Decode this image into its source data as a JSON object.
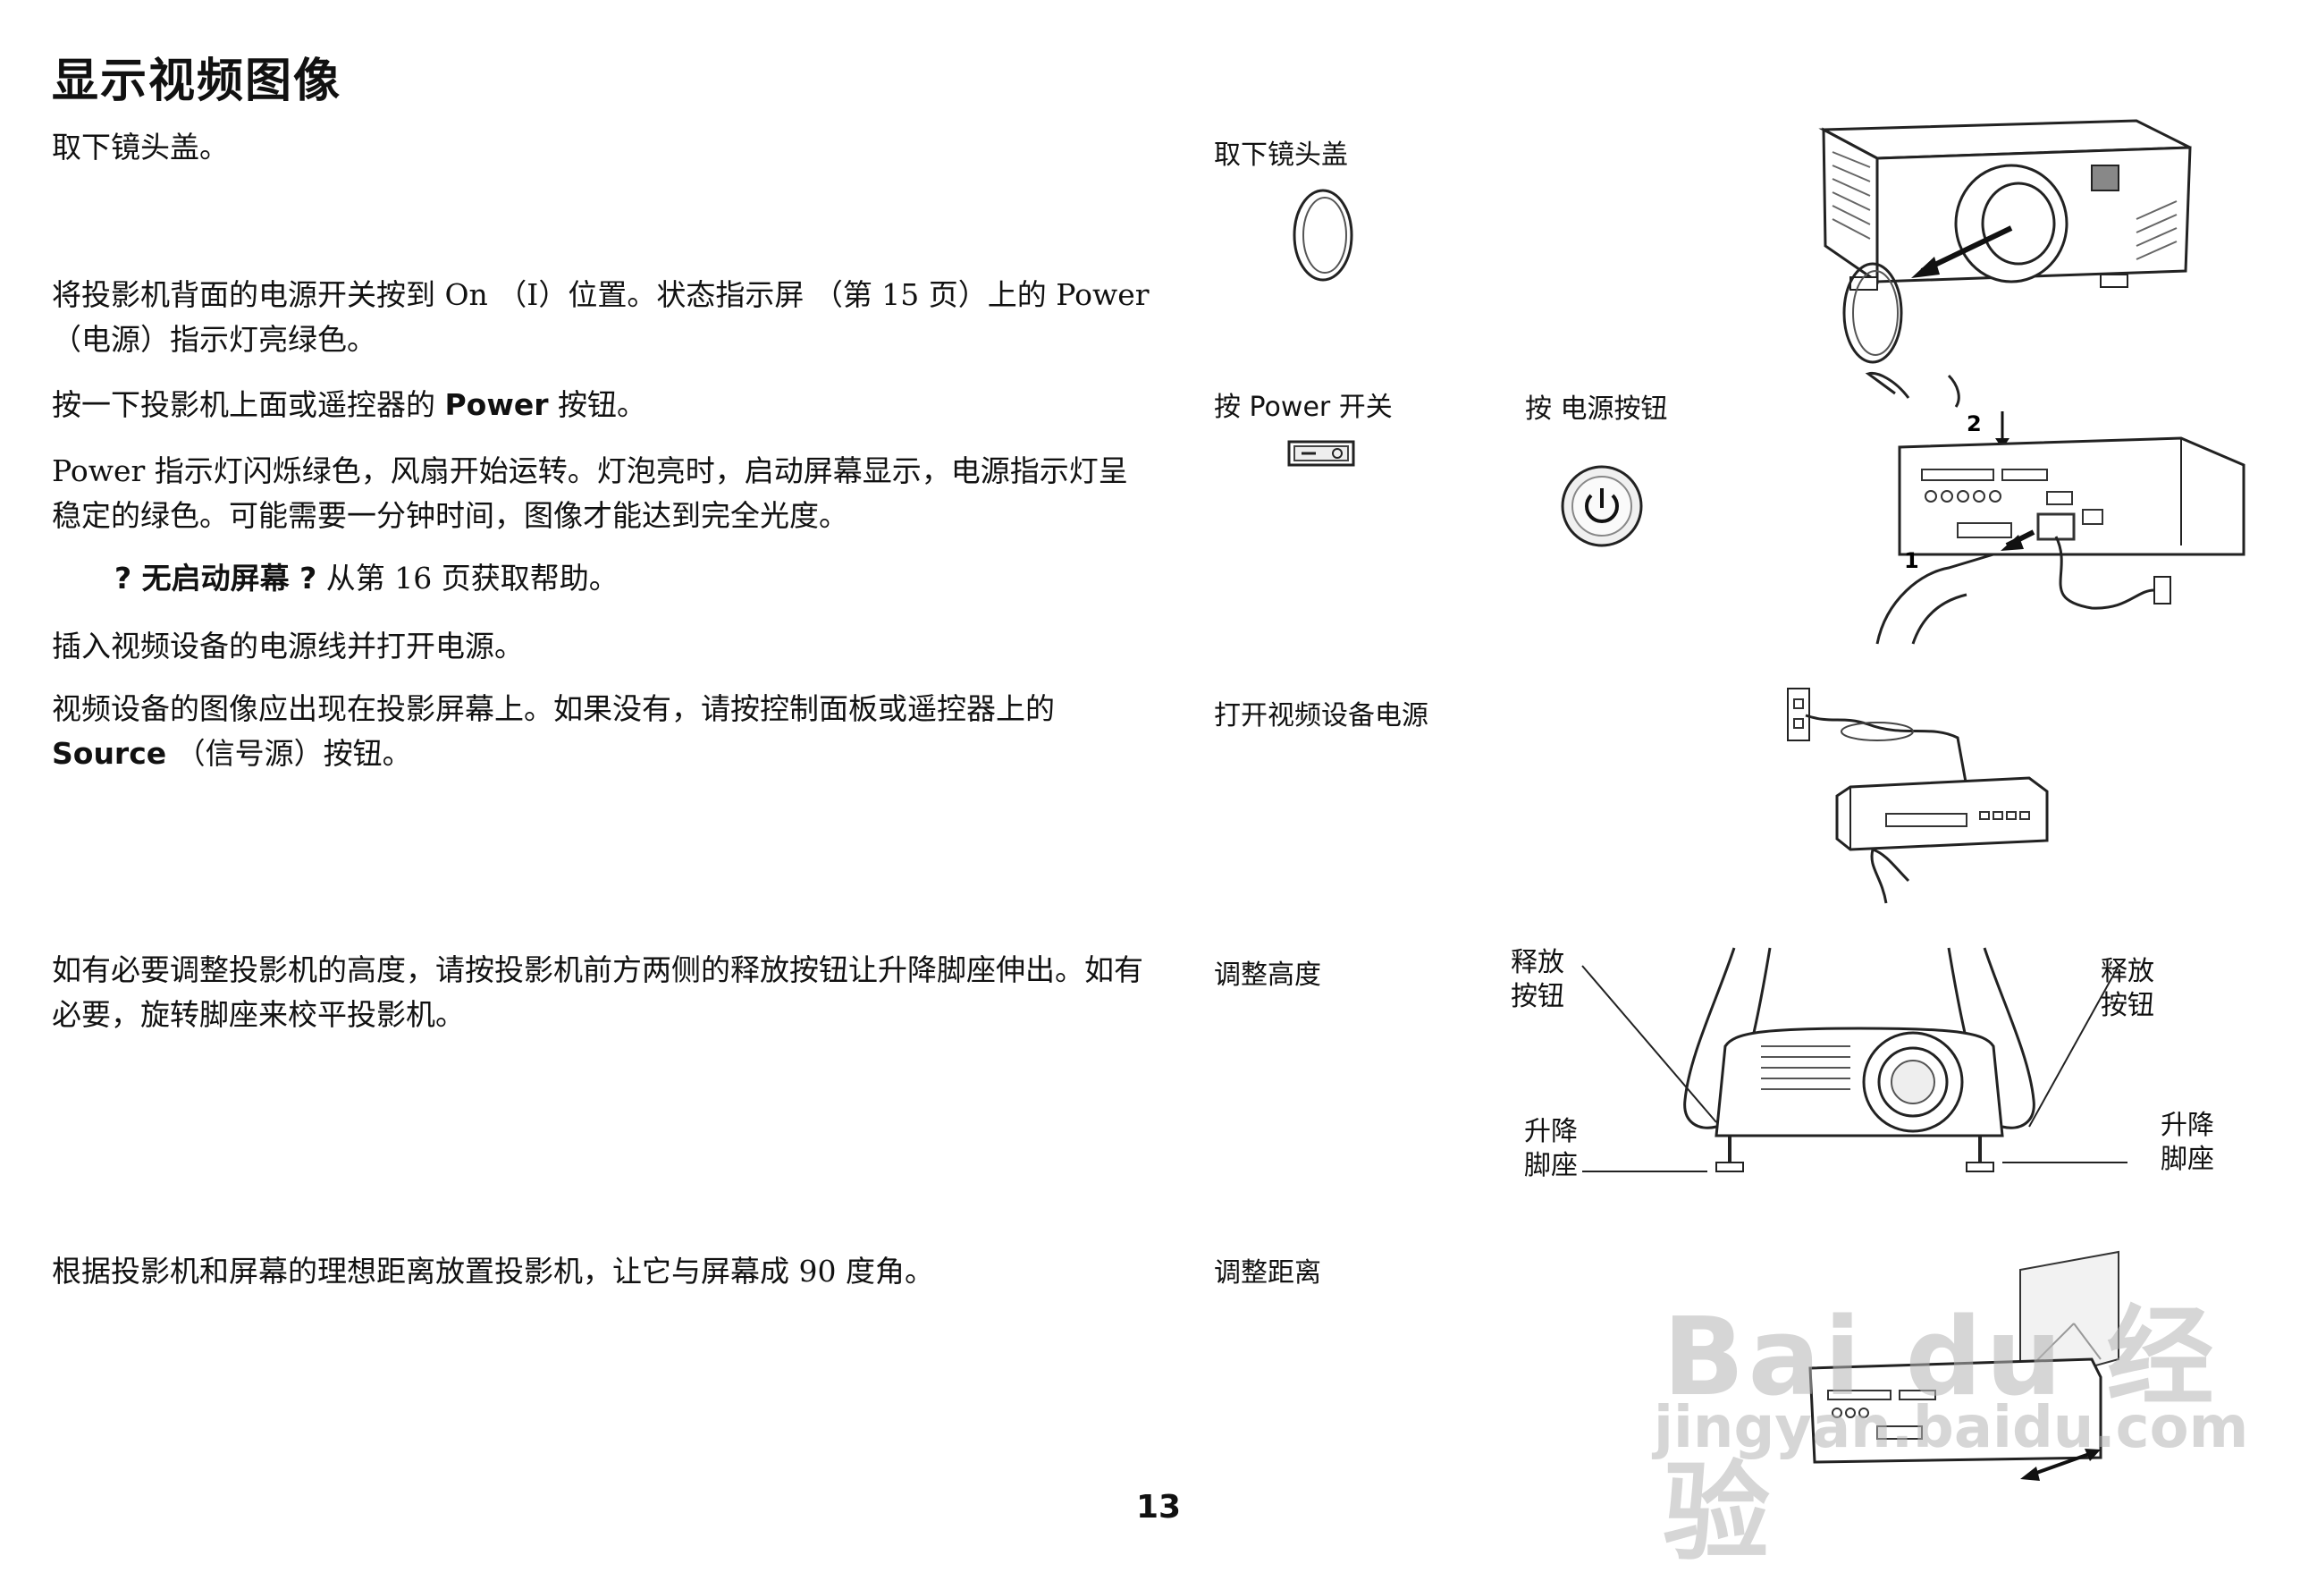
{
  "page": {
    "title": "显示视频图像",
    "page_number": "13"
  },
  "steps": [
    {
      "text": "取下镜头盖。"
    },
    {
      "text": "将投影机背面的电源开关按到 On （I）位置。状态指示屏 （第 15 页）上的 Power （电源）指示灯亮绿色。"
    },
    {
      "pre": "按一下投影机上面或遥控器的 ",
      "bold": "Power",
      "post": " 按钮。"
    },
    {
      "text": "Power 指示灯闪烁绿色，风扇开始运转。灯泡亮时，启动屏幕显示，电源指示灯呈稳定的绿色。可能需要一分钟时间，图像才能达到完全光度。"
    },
    {
      "bold": "? 无启动屏幕 ?",
      "post": " 从第  16 页获取帮助。"
    },
    {
      "text": "插入视频设备的电源线并打开电源。"
    },
    {
      "pre": "视频设备的图像应出现在投影屏幕上。如果没有，请按控制面板或遥控器上的 ",
      "bold": "Source",
      "post": " （信号源）按钮。"
    },
    {
      "text": "如有必要调整投影机的高度，请按投影机前方两侧的释放按钮让升降脚座伸出。如有必要，旋转脚座来校平投影机。"
    },
    {
      "text": "根据投影机和屏幕的理想距离放置投影机，让它与屏幕成 90 度角。"
    }
  ],
  "figures": {
    "lens_cap_label": "取下镜头盖",
    "power_switch_label": "按 Power 开关",
    "power_button_label": "按 电源按钮",
    "callout_1": "1",
    "callout_2": "2",
    "video_power_label": "打开视频设备电源",
    "adjust_height_label": "调整高度",
    "release_button_left": "释放按钮",
    "release_button_right": "释放按钮",
    "elevator_foot_left": "升降脚座",
    "elevator_foot_right": "升降脚座",
    "adjust_distance_label": "调整距离"
  },
  "watermark": {
    "brand": "Bai du 经验",
    "url": "jingyan.baidu.com"
  }
}
